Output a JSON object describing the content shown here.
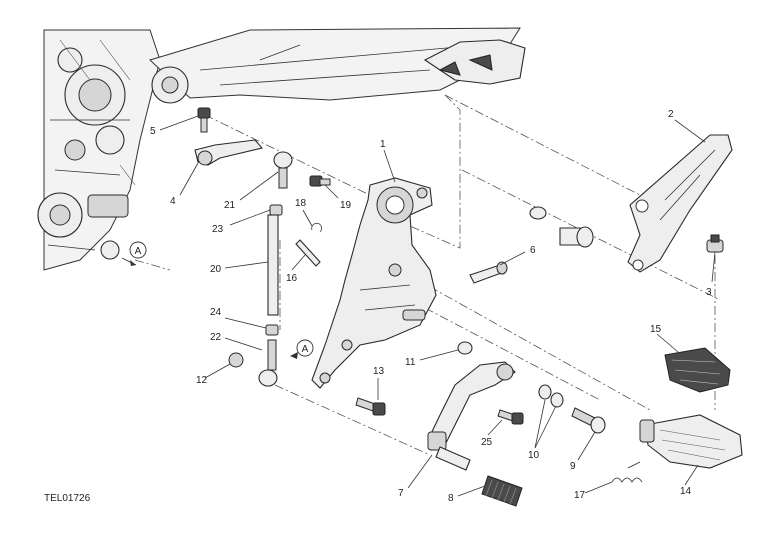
{
  "drawing_code": "TEL01726",
  "callouts": [
    "1",
    "2",
    "3",
    "4",
    "5",
    "6",
    "7",
    "8",
    "9",
    "10",
    "11",
    "12",
    "13",
    "14",
    "15",
    "16",
    "17",
    "18",
    "19",
    "20",
    "21",
    "22",
    "23",
    "24",
    "25"
  ],
  "reference_marks": [
    "A",
    "A"
  ]
}
